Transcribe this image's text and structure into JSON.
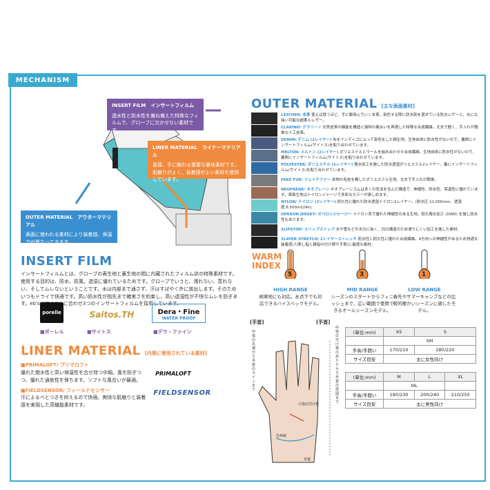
{
  "header": {
    "tab_label": "MECHANISM"
  },
  "callouts": {
    "insert": {
      "title": "INSERT FILM",
      "title_jp": "インサートフィルム",
      "text": "透水性と防水性を兼ね備えた特殊なフィルムで、グローブに欠かせない素材です。"
    },
    "liner": {
      "title": "LINER MATERIAL",
      "title_jp": "ライナーマテリアル",
      "text": "直接、手に触れる重要な裏地素材です。肌触りがよく、装着感がよい素材を使用しています。"
    },
    "outer": {
      "title": "OUTER MATERIAL",
      "title_jp": "アウターマテリアル",
      "text": "表面に使われる素材により装着感、保温力が異なってきます。"
    }
  },
  "insert_film": {
    "title": "INSERT FILM",
    "text": "インサートフィルムとは、グローブの表生地と裏生地の間に内蔵されたフィルム状の特殊素材です。使用する目的は、防水、防風、透湿に優れているためです。グローブでいうと、濡れない、蒸れない、そしてムレないということです。水は内部まで通さず、汗はすばやく外に放出します。そのためいつもドライで快適です。高い防水性が指先まで確実さを約束し、高い透湿性が不快なムレを防ぎます。eb'sはアイテムに合わせ3つのインサートフィルムを採用しています。",
    "logos": [
      {
        "name": "porelle",
        "caption": "■ポーレル"
      },
      {
        "name": "Saitos.TH",
        "caption": "■サイトス"
      },
      {
        "name": "Dera・Fine",
        "sub": "WATER PROOF",
        "caption": "■デラ・ファイン"
      }
    ]
  },
  "liner_material": {
    "title": "LINER MATERIAL",
    "subtitle": "[内側に使用されている素材]",
    "items": [
      {
        "name": "■PRIMALOFT/ プリマロフト",
        "text": "優れた撥水性と高い保温性を合せ持つ中綿。風を防ぎつつ、優れた通気性を保ちます。ソフトな風合いが最適。"
      },
      {
        "name": "■FIELDSENSOR/ フィールドセンサー",
        "text": "汗によるべとつきを抑えるので快適。爽快な肌触りと装着感を実現した高機能素材です。"
      }
    ],
    "logo1": "PRIMALOFT",
    "logo2": "FIELDSENSOR"
  },
  "outer_material": {
    "title": "OUTER MATERIAL",
    "subtitle": "[主な表面素材]",
    "items": [
      {
        "name": "LEATHER/ 本革",
        "text": "使えば使うほど、手に馴染んでいく本革。染色する際に防水剤を混ぜている防水レザーと、水にも強い可能な超柔ルレザー。",
        "color": "#2a2a2a"
      },
      {
        "name": "CLARINO/ クラリーノ",
        "text": "天然皮革の機能を構造と独特の風合いを再現した特殊な合成繊維。丈夫で軽く、手入れが簡単な人工皮革。",
        "color": "#222222"
      },
      {
        "name": "DENIM/ デニム (2レイヤー)",
        "text": "糸をインディゴによって染色をした綿生地。生地自体に防水性がないので、裏側にインサートフィルム(サイトス)を貼り合わせています。",
        "color": "#4a5a80"
      },
      {
        "name": "MELTON/ メルトン (2レイヤー)",
        "text": "ポリエステルとウールを組み合わせた合成繊維。生地自体に防水性がないので、裏側にインサートフィルム(サイトス)を貼り合わせています。",
        "color": "#5a6f88"
      },
      {
        "name": "POLYESTER/ ポリエステル (2レイヤー)",
        "text": "撥水加工を施した防水透湿ポリエステル2レイヤー。裏にインサートフィルム(サイトス)を貼り合わせています。",
        "color": "#2f6aa5"
      },
      {
        "name": "FAKE FUR/ フェイクファー",
        "text": "本物の毛皮を模したポリエステル生地。丈夫で手入れが簡単。",
        "color": "#7a7a7a"
      },
      {
        "name": "NEOPRENE/ ネオプレーン",
        "text": "ネオプレーンゴムは多くの気泡を含んだ構造で、伸縮性、防水性、保温性に優れています。表面生地はナイロンジャージで多彩なカラーが楽しめます。",
        "color": "#9a6a54"
      },
      {
        "name": "NYLON/ ナイロン (2レイヤー)",
        "text": "耐久性に優れた防水透湿ナイロン2レイヤー。(耐水圧:11,000mm、透湿度:8,500ml/24h)",
        "color": "#6fcccc"
      },
      {
        "name": "OPERON JERSEY/ オペロンジャージー",
        "text": "ナイロン系で優れた伸縮性のある生地。耐久撥水加工 (DWR) を施し防水性もあります。",
        "color": "#3a8aa6"
      },
      {
        "name": "SLIPSTOP/ スリップストップ",
        "text": "水や雪などの水分に強く、凹凸構造のため滑りにくい加工を施した素材。",
        "color": "#2a2a2a"
      },
      {
        "name": "2LAYER STRETCH/ 2レイヤーストレッチ",
        "text": "防水性と耐久性に優れた合成繊維。4方向への伸縮性があるため快適な装着感(人間し指と親指の付け根や手首)に最適な素材。",
        "color": "#1e1e1e"
      }
    ]
  },
  "warm_index": {
    "title_line1": "WARM",
    "title_line2": "INDEX",
    "ranges": [
      {
        "level": "5",
        "title": "HIGH RANGE",
        "text": "極寒地にも対応。氷点下でも対応できるハイスペックモデル。"
      },
      {
        "level": "3",
        "title": "MID RANGE",
        "text": "シーズンのスタートからフィニッシュまで、広い範囲で使用できるオールシーズンモデル。"
      },
      {
        "level": "1",
        "title": "LOW RANGE",
        "text": "春先やサマーキャンプなどの比較的暖かいシーズンに適したモデル。"
      }
    ]
  },
  "hand_measure": {
    "label_tekubi": "[手首]",
    "label_tekubi2": "[手首]",
    "note_left": "中指の先端から手首のラインまで",
    "note_right": "中指の付け根のあたりから手首の周囲まで",
    "label_middle": "小指の付け根",
    "label_life": "生命線",
    "label_wrist": "手首"
  },
  "size_table": {
    "unit": "(単位:mm)",
    "women": {
      "sizes": [
        "XS",
        "S"
      ],
      "sm_label": "SM",
      "row_label": "手長/手囲い",
      "values": [
        "170/210",
        "180/220"
      ],
      "target_label": "サイズ目安",
      "target": "主に女性向け"
    },
    "men": {
      "sizes": [
        "M",
        "L",
        "XL"
      ],
      "ml_label": "ML",
      "row_label": "手長/手囲い",
      "values": [
        "190/230",
        "200/240",
        "210/250"
      ],
      "target_label": "サイズ目安",
      "target": "主に男性向け"
    }
  }
}
